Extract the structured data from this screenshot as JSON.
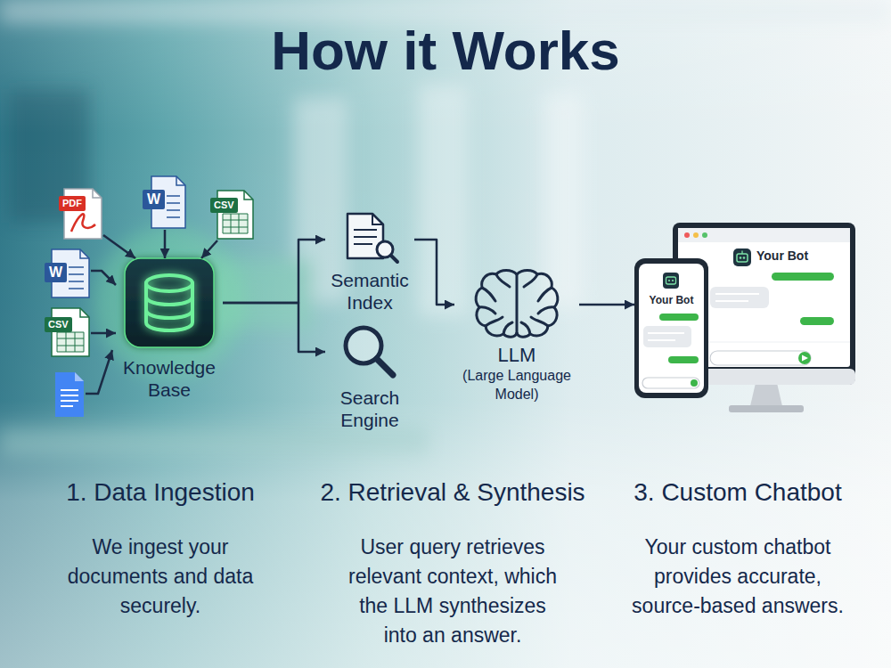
{
  "diagram": {
    "title": "How it Works",
    "nodes": [
      {
        "text": [
          "PDF"
        ]
      },
      {
        "text": [
          "W"
        ]
      },
      {
        "text": [
          "CSV"
        ]
      },
      {
        "text": [
          "W"
        ]
      },
      {
        "text": [
          "CSV"
        ]
      },
      {
        "text": [
          "Knowledge Base"
        ]
      },
      {
        "text": [
          "Semantic Index"
        ]
      },
      {
        "text": [
          "Search Engine"
        ]
      },
      {
        "text": [
          "LLM",
          "(Large Language Model)"
        ]
      },
      {
        "text": [
          "Your Bot"
        ]
      },
      {
        "text": [
          "Your Bot"
        ]
      }
    ],
    "edges": [
      {
        "from": 0,
        "to": 5,
        "arrow": "to"
      },
      {
        "from": 1,
        "to": 5,
        "arrow": "to"
      },
      {
        "from": 2,
        "to": 5,
        "arrow": "to"
      },
      {
        "from": 3,
        "to": 5,
        "arrow": "to"
      },
      {
        "from": 4,
        "to": 5,
        "arrow": "to"
      },
      {
        "from": 5,
        "to": 6,
        "arrow": "to"
      },
      {
        "from": 5,
        "to": 7,
        "arrow": "to"
      },
      {
        "from": 6,
        "to": 8,
        "arrow": "to"
      },
      {
        "from": 8,
        "to": 9,
        "arrow": "to"
      }
    ],
    "labels": [
      "1. Data Ingestion",
      "We ingest your documents and data securely.",
      "2. Retrieval & Synthesis",
      "User query retrieves relevant context, which the LLM synthesizes into an answer.",
      "3. Custom Chatbot",
      "Your custom chatbot provides accurate, source-based answers."
    ]
  }
}
